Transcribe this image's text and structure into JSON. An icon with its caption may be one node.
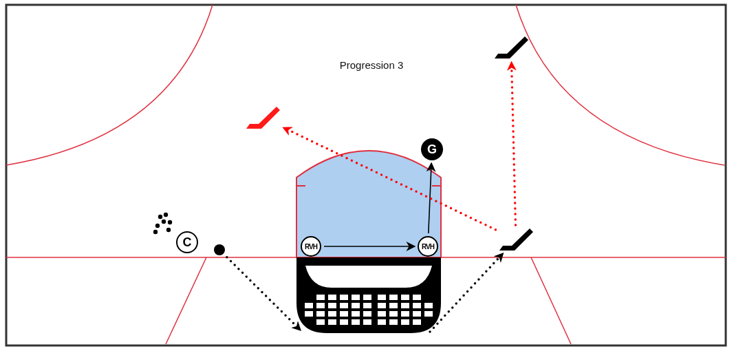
{
  "diagram": {
    "title": "Progression 3",
    "nodes": [
      {
        "text": [
          "C"
        ]
      },
      {
        "text": [],
        "shape": "circle"
      },
      {
        "text": [
          "RVH"
        ]
      },
      {
        "text": [
          "RVH"
        ]
      },
      {
        "text": [
          "G"
        ]
      },
      {
        "text": [],
        "shape": "stick"
      },
      {
        "text": [],
        "shape": "stick"
      },
      {
        "text": [],
        "shape": "stick"
      },
      {
        "text": [],
        "shape": "net"
      }
    ],
    "edges": [
      {
        "from": 1,
        "to": 8,
        "arrow": "to",
        "style": "dashed"
      },
      {
        "from": 8,
        "to": 7,
        "arrow": "to",
        "style": "dashed"
      },
      {
        "from": 2,
        "to": 3,
        "arrow": "to"
      },
      {
        "from": 3,
        "to": 4,
        "arrow": "to"
      },
      {
        "from": 7,
        "to": 5,
        "arrow": "to",
        "style": "dashed",
        "color": "#ff0000"
      },
      {
        "from": 7,
        "to": 6,
        "arrow": "to",
        "style": "dashed",
        "color": "#ff0000"
      }
    ]
  }
}
